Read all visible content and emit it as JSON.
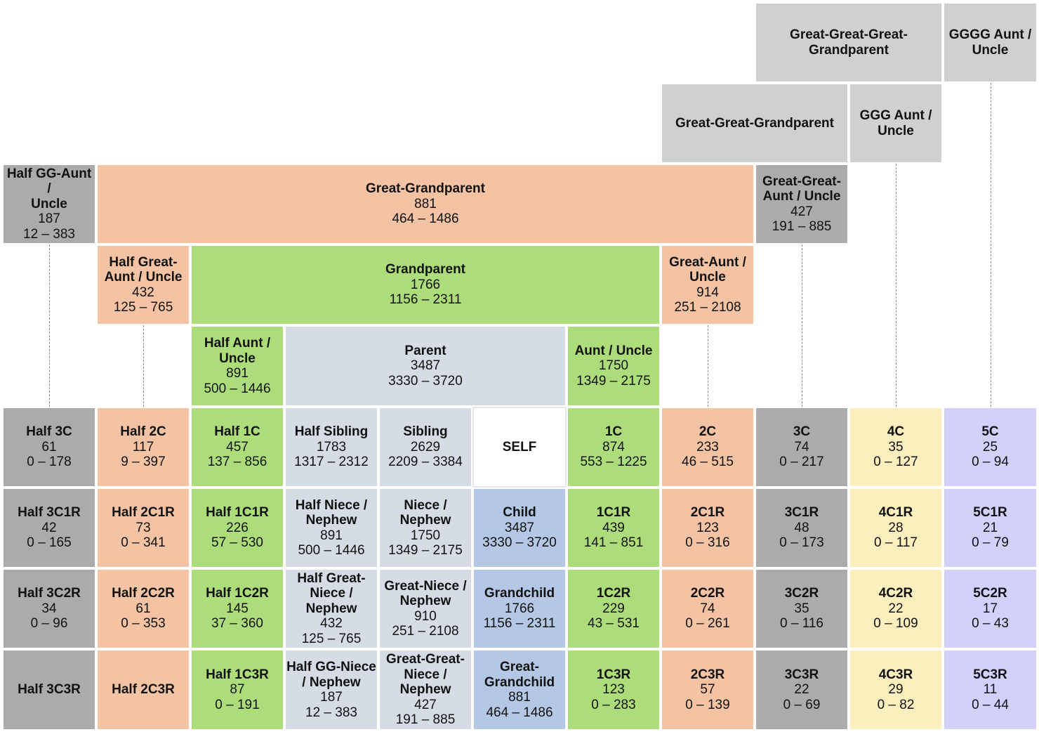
{
  "colors": {
    "gray_light": "#d0d0d0",
    "gray_dark": "#ababab",
    "salmon": "#f4c3a3",
    "green": "#addd7b",
    "slate": "#d5dce5",
    "blue": "#b4c8e5",
    "white": "#ffffff",
    "yellow": "#fcefbd",
    "lavender": "#d3d0fc"
  },
  "cells": [
    {
      "id": "great-great-great-grandparent",
      "title": "Great-Great-Great-\nGrandparent",
      "count": "",
      "range": "",
      "color": "gray_light"
    },
    {
      "id": "gggg-aunt-uncle",
      "title": "GGGG Aunt /\nUncle",
      "count": "",
      "range": "",
      "color": "gray_light"
    },
    {
      "id": "great-great-grandparent",
      "title": "Great-Great-Grandparent",
      "count": "",
      "range": "",
      "color": "gray_light"
    },
    {
      "id": "ggg-aunt-uncle",
      "title": "GGG Aunt /\nUncle",
      "count": "",
      "range": "",
      "color": "gray_light"
    },
    {
      "id": "half-gg-aunt-uncle",
      "title": "Half GG-Aunt /\nUncle",
      "count": "187",
      "range": "12 – 383",
      "color": "gray_dark"
    },
    {
      "id": "great-grandparent",
      "title": "Great-Grandparent",
      "count": "881",
      "range": "464 – 1486",
      "color": "salmon"
    },
    {
      "id": "great-great-aunt-uncle",
      "title": "Great-Great-\nAunt / Uncle",
      "count": "427",
      "range": "191 – 885",
      "color": "gray_dark"
    },
    {
      "id": "half-great-aunt-uncle",
      "title": "Half Great-\nAunt / Uncle",
      "count": "432",
      "range": "125 – 765",
      "color": "salmon"
    },
    {
      "id": "grandparent",
      "title": "Grandparent",
      "count": "1766",
      "range": "1156 – 2311",
      "color": "green"
    },
    {
      "id": "great-aunt-uncle",
      "title": "Great-Aunt /\nUncle",
      "count": "914",
      "range": "251 – 2108",
      "color": "salmon"
    },
    {
      "id": "half-aunt-uncle",
      "title": "Half Aunt /\nUncle",
      "count": "891",
      "range": "500 – 1446",
      "color": "green"
    },
    {
      "id": "parent",
      "title": "Parent",
      "count": "3487",
      "range": "3330 – 3720",
      "color": "slate"
    },
    {
      "id": "aunt-uncle",
      "title": "Aunt / Uncle",
      "count": "1750",
      "range": "1349 – 2175",
      "color": "green"
    },
    {
      "id": "half-3c",
      "title": "Half 3C",
      "count": "61",
      "range": "0 – 178",
      "color": "gray_dark"
    },
    {
      "id": "half-2c",
      "title": "Half 2C",
      "count": "117",
      "range": "9 – 397",
      "color": "salmon"
    },
    {
      "id": "half-1c",
      "title": "Half 1C",
      "count": "457",
      "range": "137 – 856",
      "color": "green"
    },
    {
      "id": "half-sibling",
      "title": "Half Sibling",
      "count": "1783",
      "range": "1317 – 2312",
      "color": "slate"
    },
    {
      "id": "sibling",
      "title": "Sibling",
      "count": "2629",
      "range": "2209 – 3384",
      "color": "slate"
    },
    {
      "id": "self",
      "title": "SELF",
      "count": "",
      "range": "",
      "color": "white"
    },
    {
      "id": "1c",
      "title": "1C",
      "count": "874",
      "range": "553 – 1225",
      "color": "green"
    },
    {
      "id": "2c",
      "title": "2C",
      "count": "233",
      "range": "46 – 515",
      "color": "salmon"
    },
    {
      "id": "3c",
      "title": "3C",
      "count": "74",
      "range": "0 – 217",
      "color": "gray_dark"
    },
    {
      "id": "4c",
      "title": "4C",
      "count": "35",
      "range": "0 – 127",
      "color": "yellow"
    },
    {
      "id": "5c",
      "title": "5C",
      "count": "25",
      "range": "0 – 94",
      "color": "lavender"
    },
    {
      "id": "half-3c1r",
      "title": "Half 3C1R",
      "count": "42",
      "range": "0 – 165",
      "color": "gray_dark"
    },
    {
      "id": "half-2c1r",
      "title": "Half 2C1R",
      "count": "73",
      "range": "0 – 341",
      "color": "salmon"
    },
    {
      "id": "half-1c1r",
      "title": "Half 1C1R",
      "count": "226",
      "range": "57 – 530",
      "color": "green"
    },
    {
      "id": "half-niece-nephew",
      "title": "Half Niece /\nNephew",
      "count": "891",
      "range": "500 – 1446",
      "color": "slate"
    },
    {
      "id": "niece-nephew",
      "title": "Niece /\nNephew",
      "count": "1750",
      "range": "1349 – 2175",
      "color": "slate"
    },
    {
      "id": "child",
      "title": "Child",
      "count": "3487",
      "range": "3330 – 3720",
      "color": "blue"
    },
    {
      "id": "1c1r",
      "title": "1C1R",
      "count": "439",
      "range": "141 – 851",
      "color": "green"
    },
    {
      "id": "2c1r",
      "title": "2C1R",
      "count": "123",
      "range": "0 – 316",
      "color": "salmon"
    },
    {
      "id": "3c1r",
      "title": "3C1R",
      "count": "48",
      "range": "0 – 173",
      "color": "gray_dark"
    },
    {
      "id": "4c1r",
      "title": "4C1R",
      "count": "28",
      "range": "0 – 117",
      "color": "yellow"
    },
    {
      "id": "5c1r",
      "title": "5C1R",
      "count": "21",
      "range": "0 – 79",
      "color": "lavender"
    },
    {
      "id": "half-3c2r",
      "title": "Half 3C2R",
      "count": "34",
      "range": "0 – 96",
      "color": "gray_dark"
    },
    {
      "id": "half-2c2r",
      "title": "Half 2C2R",
      "count": "61",
      "range": "0 – 353",
      "color": "salmon"
    },
    {
      "id": "half-1c2r",
      "title": "Half 1C2R",
      "count": "145",
      "range": "37 – 360",
      "color": "green"
    },
    {
      "id": "half-great-niece-nephew",
      "title": "Half Great-\nNiece /\nNephew",
      "count": "432",
      "range": "125 – 765",
      "color": "slate"
    },
    {
      "id": "great-niece-nephew",
      "title": "Great-Niece /\nNephew",
      "count": "910",
      "range": "251 – 2108",
      "color": "slate"
    },
    {
      "id": "grandchild",
      "title": "Grandchild",
      "count": "1766",
      "range": "1156 – 2311",
      "color": "blue"
    },
    {
      "id": "1c2r",
      "title": "1C2R",
      "count": "229",
      "range": "43 – 531",
      "color": "green"
    },
    {
      "id": "2c2r",
      "title": "2C2R",
      "count": "74",
      "range": "0 – 261",
      "color": "salmon"
    },
    {
      "id": "3c2r",
      "title": "3C2R",
      "count": "35",
      "range": "0 – 116",
      "color": "gray_dark"
    },
    {
      "id": "4c2r",
      "title": "4C2R",
      "count": "22",
      "range": "0 – 109",
      "color": "yellow"
    },
    {
      "id": "5c2r",
      "title": "5C2R",
      "count": "17",
      "range": "0 – 43",
      "color": "lavender"
    },
    {
      "id": "half-3c3r",
      "title": "Half 3C3R",
      "count": "",
      "range": "",
      "color": "gray_dark"
    },
    {
      "id": "half-2c3r",
      "title": "Half 2C3R",
      "count": "",
      "range": "",
      "color": "salmon"
    },
    {
      "id": "half-1c3r",
      "title": "Half 1C3R",
      "count": "87",
      "range": "0 – 191",
      "color": "green"
    },
    {
      "id": "half-gg-niece-nephew",
      "title": "Half GG-Niece\n/ Nephew",
      "count": "187",
      "range": "12 – 383",
      "color": "slate"
    },
    {
      "id": "great-great-niece-nephew",
      "title": "Great-Great-\nNiece /\nNephew",
      "count": "427",
      "range": "191 – 885",
      "color": "slate"
    },
    {
      "id": "great-grandchild",
      "title": "Great-\nGrandchild",
      "count": "881",
      "range": "464 – 1486",
      "color": "blue"
    },
    {
      "id": "1c3r",
      "title": "1C3R",
      "count": "123",
      "range": "0 – 283",
      "color": "green"
    },
    {
      "id": "2c3r",
      "title": "2C3R",
      "count": "57",
      "range": "0 – 139",
      "color": "salmon"
    },
    {
      "id": "3c3r",
      "title": "3C3R",
      "count": "22",
      "range": "0 – 69",
      "color": "gray_dark"
    },
    {
      "id": "4c3r",
      "title": "4C3R",
      "count": "29",
      "range": "0 – 82",
      "color": "yellow"
    },
    {
      "id": "5c3r",
      "title": "5C3R",
      "count": "11",
      "range": "0 – 44",
      "color": "lavender"
    }
  ]
}
